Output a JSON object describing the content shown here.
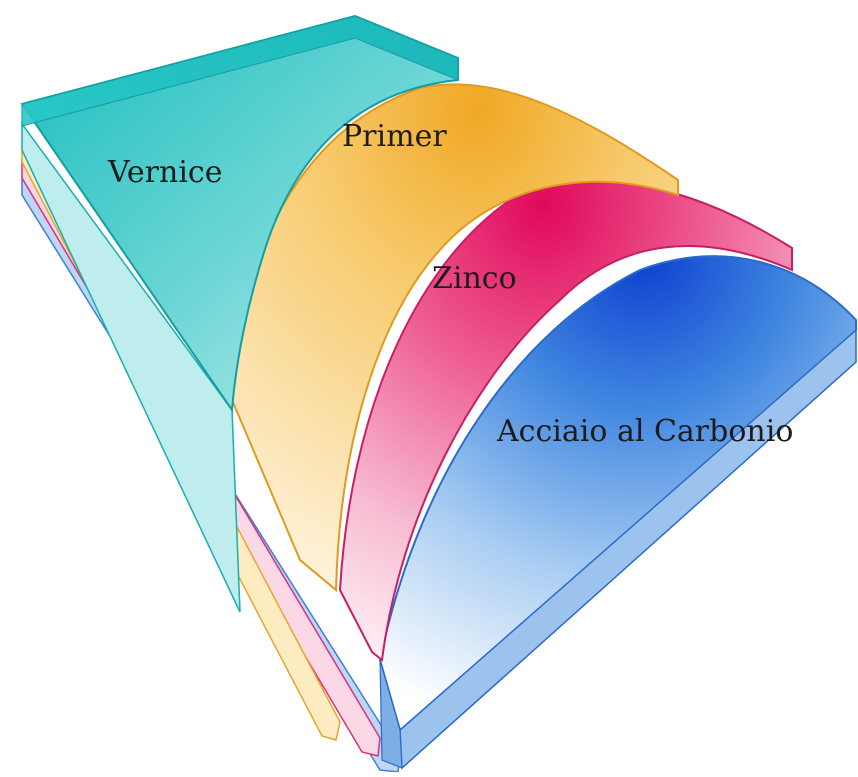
{
  "layers": [
    {
      "key": "paint",
      "label": "Vernice",
      "color": "#1fc4c4"
    },
    {
      "key": "primer",
      "label": "Primer",
      "color": "#f4b233"
    },
    {
      "key": "zinc",
      "label": "Zinco",
      "color": "#e0105f"
    },
    {
      "key": "steel",
      "label": "Acciaio al Carbonio",
      "color": "#1f5fd6"
    }
  ]
}
